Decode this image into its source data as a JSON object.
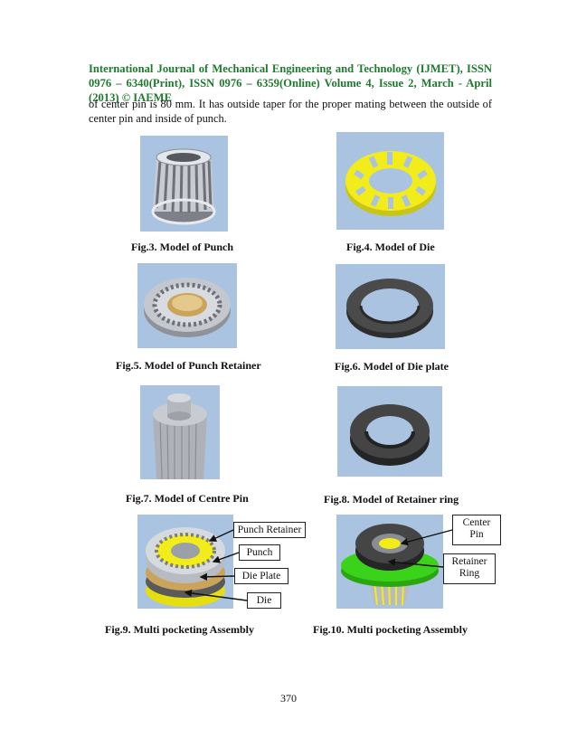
{
  "header": {
    "text": "International Journal of Mechanical Engineering and Technology (IJMET), ISSN 0976 – 6340(Print), ISSN 0976 – 6359(Online) Volume 4, Issue 2, March - April (2013) © IAEME"
  },
  "intro": {
    "text": "of center pin is 80 mm. It has outside taper for the proper mating between the outside of center pin and inside of punch."
  },
  "figures": {
    "fig3": "Fig.3. Model of Punch",
    "fig4": "Fig.4. Model of Die",
    "fig5": "Fig.5. Model of Punch Retainer",
    "fig6": "Fig.6. Model of Die plate",
    "fig7": "Fig.7. Model of Centre Pin",
    "fig8": "Fig.8. Model of Retainer ring",
    "fig9": "Fig.9. Multi pocketing Assembly",
    "fig10": "Fig.10. Multi pocketing Assembly"
  },
  "callouts": {
    "punch_retainer": "Punch Retainer",
    "punch": "Punch",
    "die_plate": "Die Plate",
    "die": "Die",
    "center_pin_1": "Center",
    "center_pin_2": "Pin",
    "retainer_ring_1": "Retainer",
    "retainer_ring_2": "Ring"
  },
  "footer": {
    "page_number": "370"
  },
  "colors": {
    "header_green": "#1f7a2e",
    "figure_background": "#a9c3e0",
    "die_yellow": "#f2ec1a",
    "retainer_green": "#3bd21a",
    "dark_ring": "#3a3a3a",
    "steel_grey": "#b8bcc2",
    "bronze": "#c9a45a"
  }
}
